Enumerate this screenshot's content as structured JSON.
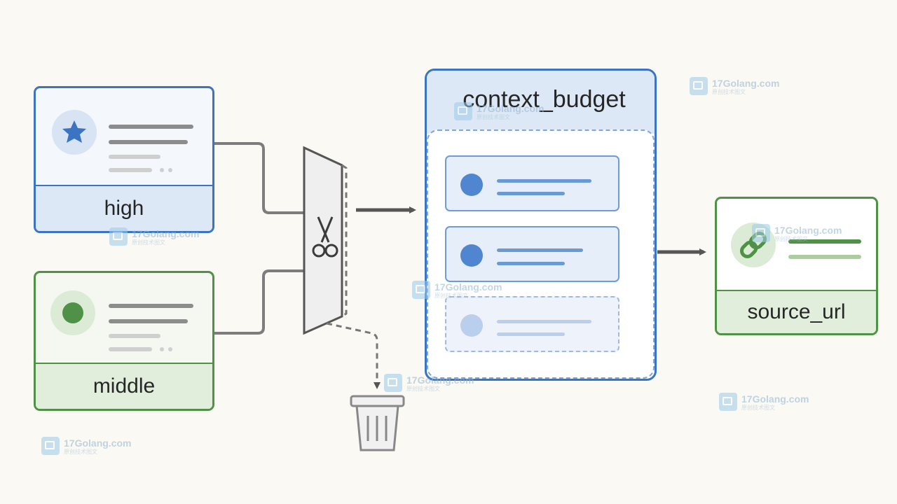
{
  "diagram": {
    "inputs": [
      {
        "id": "high",
        "label": "high",
        "icon": "star-icon",
        "color": "#3a74c2"
      },
      {
        "id": "middle",
        "label": "middle",
        "icon": "dot-icon",
        "color": "#4f9146"
      }
    ],
    "filter": {
      "icon": "scissors-icon"
    },
    "discard": {
      "icon": "trash-icon"
    },
    "budget": {
      "title": "context_budget",
      "slots": [
        {
          "style": "filled"
        },
        {
          "style": "filled"
        },
        {
          "style": "dashed"
        }
      ]
    },
    "output": {
      "label": "source_url",
      "icon": "link-icon",
      "color": "#4f9146"
    }
  },
  "watermarks": [
    {
      "text": "17Golang.com",
      "sub": "原创技术图文"
    },
    {
      "text": "17Golang.com",
      "sub": "原创技术图文"
    },
    {
      "text": "17Golang.com",
      "sub": "原创技术图文"
    },
    {
      "text": "17Golang.com",
      "sub": "原创技术图文"
    },
    {
      "text": "17Golang.com",
      "sub": "原创技术图文"
    },
    {
      "text": "17Golang.com",
      "sub": "原创技术图文"
    },
    {
      "text": "17Golang.com",
      "sub": "原创技术图文"
    },
    {
      "text": "17Golang.com",
      "sub": "原创技术图文"
    }
  ]
}
